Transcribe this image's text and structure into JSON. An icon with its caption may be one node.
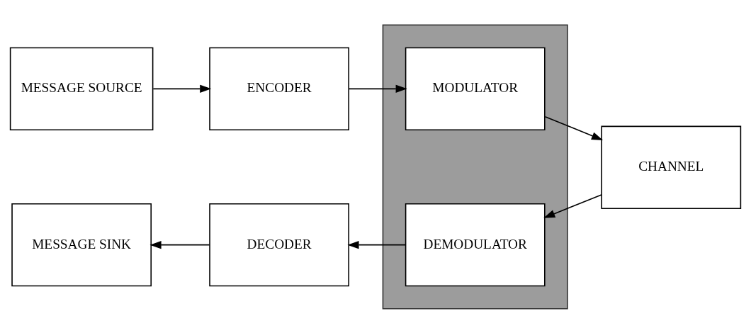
{
  "diagram": {
    "nodes": [
      {
        "text": [
          "MESSAGE SOURCE"
        ]
      },
      {
        "text": [
          "ENCODER"
        ]
      },
      {
        "text": [],
        "shape": "box"
      },
      {
        "text": [
          "MODULATOR"
        ],
        "in": 2
      },
      {
        "text": [
          "CHANNEL"
        ]
      },
      {
        "text": [
          "MESSAGE SINK"
        ]
      },
      {
        "text": [
          "DECODER"
        ]
      },
      {
        "text": [
          "DEMODULATOR"
        ],
        "in": 2
      }
    ],
    "edges": [
      {
        "from": 0,
        "to": 1,
        "arrow": "to"
      },
      {
        "from": 1,
        "to": 3,
        "arrow": "to"
      },
      {
        "from": 3,
        "to": 4,
        "arrow": "to"
      },
      {
        "from": 4,
        "to": 7,
        "arrow": "to"
      },
      {
        "from": 7,
        "to": 6,
        "arrow": "to"
      },
      {
        "from": 6,
        "to": 5,
        "arrow": "to"
      }
    ]
  }
}
